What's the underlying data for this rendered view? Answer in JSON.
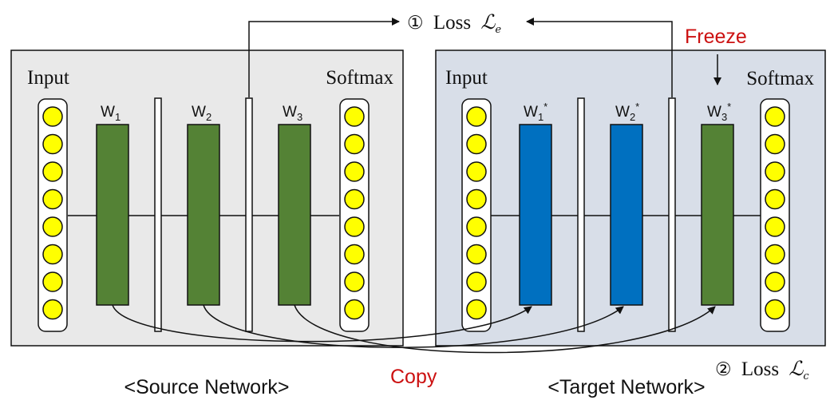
{
  "loss_e": {
    "circled": "①",
    "text": "Loss",
    "symbol": "ℒ",
    "sub": "e"
  },
  "loss_c": {
    "circled": "②",
    "text": "Loss",
    "symbol": "ℒ",
    "sub": "c"
  },
  "freeze_label": "Freeze",
  "copy_label": "Copy",
  "source": {
    "caption": "<Source Network>",
    "input_label": "Input",
    "output_label": "Softmax",
    "weights": [
      {
        "base": "W",
        "sub": "1",
        "sup": ""
      },
      {
        "base": "W",
        "sub": "2",
        "sup": ""
      },
      {
        "base": "W",
        "sub": "3",
        "sup": ""
      }
    ]
  },
  "target": {
    "caption": "<Target Network>",
    "input_label": "Input",
    "output_label": "Softmax",
    "weights": [
      {
        "base": "W",
        "sub": "1",
        "sup": "*"
      },
      {
        "base": "W",
        "sub": "2",
        "sup": "*"
      },
      {
        "base": "W",
        "sub": "3",
        "sup": "*"
      }
    ]
  },
  "colors": {
    "source_panel": "#e9e9e9",
    "target_panel": "#d8dee8",
    "frozen_weight": "#548235",
    "trainable_weight": "#0070c0",
    "neuron": "#ffff00",
    "highlight_text": "#cc1111"
  }
}
